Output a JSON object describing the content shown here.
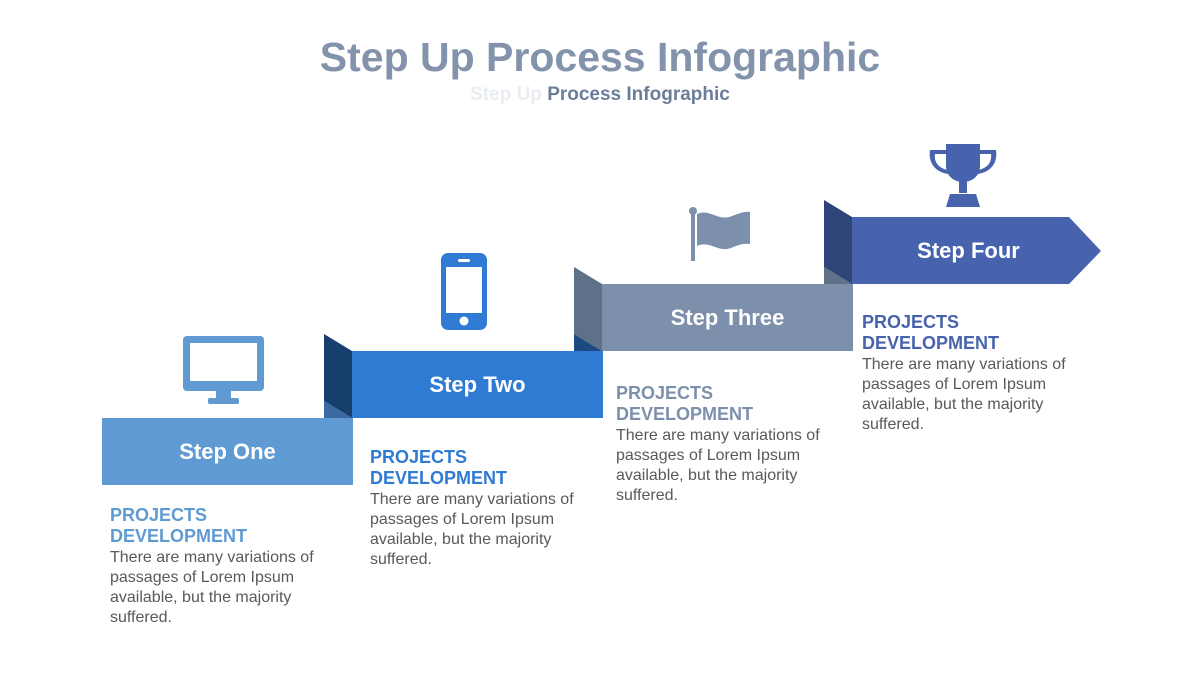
{
  "header": {
    "title": "Step Up Process Infographic",
    "subtitle_faint": "Step Up",
    "subtitle_strong": "Process Infographic"
  },
  "colors": {
    "step1": "#5f9ad2",
    "step2": "#2f7bd4",
    "step3": "#7d90ab",
    "step4": "#4863ad",
    "fold1": "#163f6e",
    "fold2": "#5f7089",
    "fold3": "#2f4479",
    "body_text": "#595959"
  },
  "steps": [
    {
      "label": "Step One",
      "icon": "monitor-icon",
      "heading_line1": "PROJECTS",
      "heading_line2": "DEVELOPMENT",
      "text": "There are many variations of passages of Lorem Ipsum available, but the majority suffered."
    },
    {
      "label": "Step Two",
      "icon": "smartphone-icon",
      "heading_line1": "PROJECTS",
      "heading_line2": "DEVELOPMENT",
      "text": "There are many variations of passages of Lorem Ipsum available, but the majority suffered."
    },
    {
      "label": "Step Three",
      "icon": "flag-icon",
      "heading_line1": "PROJECTS",
      "heading_line2": "DEVELOPMENT",
      "text": "There are many variations of passages of Lorem Ipsum available, but the majority suffered."
    },
    {
      "label": "Step Four",
      "icon": "trophy-icon",
      "heading_line1": "PROJECTS",
      "heading_line2": "DEVELOPMENT",
      "text": "There are many variations of passages of Lorem Ipsum available, but the majority suffered."
    }
  ]
}
